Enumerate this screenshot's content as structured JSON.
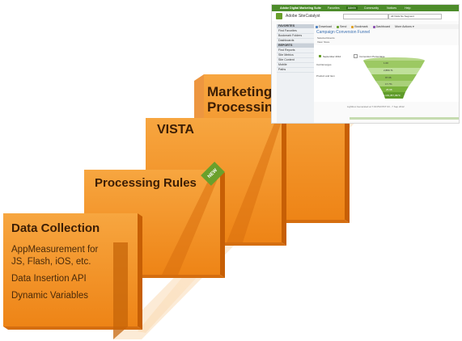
{
  "diagram": {
    "panels": [
      {
        "title": "Marketing Channel\nProcessing Rules"
      },
      {
        "title": "VISTA"
      },
      {
        "title": "Processing Rules",
        "badge": "NEW"
      },
      {
        "title": "Data Collection",
        "items": [
          "AppMeasurement for\nJS, Flash, iOS, etc.",
          "Data Insertion API",
          "Dynamic Variables"
        ]
      }
    ],
    "colors": {
      "panel_front": "#f39a2a",
      "panel_top": "#fbc074",
      "panel_side": "#c75f05",
      "badge": "#6aa02c"
    }
  },
  "screenshot": {
    "topbar": {
      "brand": "Adobe Digital Marketing Suite",
      "tabs": [
        "Favorites",
        "Admin",
        "Community",
        "Notices",
        "Help"
      ]
    },
    "logo": "Adobe SiteCatalyst",
    "suite_select": "All Visits No Segment",
    "sidebar": {
      "sections": [
        {
          "header": "FAVORITES",
          "items": [
            "Find Favorites",
            "Bookmark Folders",
            "Dashboards"
          ]
        },
        {
          "header": "REPORTS",
          "items": [
            "Find Reports",
            "Site Metrics",
            "Site Content",
            "Mobile",
            "Paths"
          ]
        }
      ]
    },
    "toolbar": [
      "Download",
      "Send",
      "Bookmark",
      "Dashboard",
      "More Actions"
    ],
    "report_title": "Campaign Conversion Funnel",
    "info_lines": [
      "Selected Events",
      "View: Store"
    ],
    "legend": [
      "September 2012",
      "Conversion Percentage"
    ],
    "step_labels": [
      "Cart Emerges",
      "Product and Item"
    ],
    "funnel_values": [
      "1.00",
      "2,880.71",
      "97.06",
      "17.7%",
      "25.98",
      "16,101,357,3970"
    ],
    "footer": "Lightbox Generated at 7:00 PM PDT 03 - 7 Sep 2012"
  }
}
